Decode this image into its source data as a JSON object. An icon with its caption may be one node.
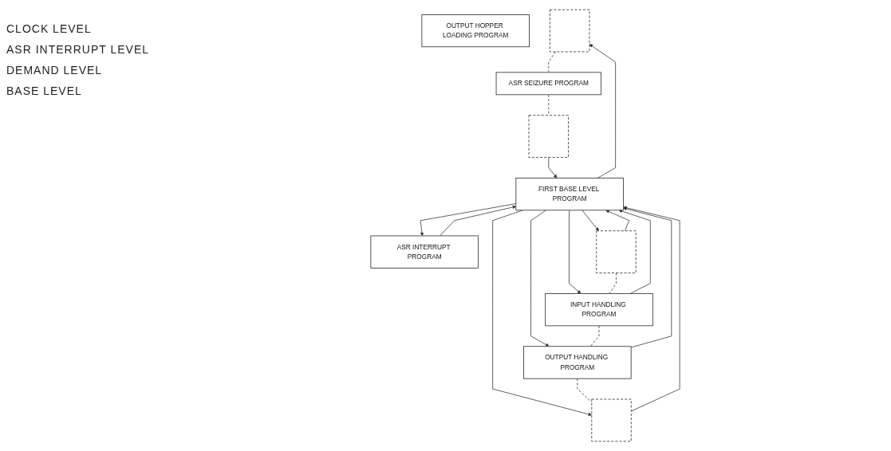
{
  "diagram": {
    "nodes": [
      {
        "text": [
          "OUTPUT HOPPER LOADING PROGRAM"
        ]
      },
      {
        "text": [],
        "shape": "box"
      },
      {
        "text": [
          "ASR SEIZURE PROGRAM"
        ]
      },
      {
        "text": [],
        "shape": "box"
      },
      {
        "text": [
          "ASR INTERRUPT PROGRAM"
        ]
      },
      {
        "text": [],
        "shape": "box"
      },
      {
        "text": [
          "INPUT HANDLING PROGRAM"
        ]
      },
      {
        "text": [
          "OUTPUT HANDLING PROGRAM"
        ]
      },
      {
        "text": [],
        "shape": "box"
      },
      {
        "text": [
          "FIRST BASE LEVEL PROGRAM"
        ]
      }
    ],
    "edges": [
      {
        "from": 9,
        "to": 1,
        "arrow": "to"
      },
      {
        "from": 1,
        "to": 2,
        "arrow": "none",
        "style": "dashed"
      },
      {
        "from": 2,
        "to": 3,
        "arrow": "none",
        "style": "dashed"
      },
      {
        "from": 3,
        "to": 9,
        "arrow": "to"
      },
      {
        "from": 9,
        "to": 4,
        "arrow": "to"
      },
      {
        "from": 4,
        "to": 9,
        "arrow": "to"
      },
      {
        "from": 9,
        "to": 5,
        "arrow": "to"
      },
      {
        "from": 9,
        "to": 6,
        "arrow": "to"
      },
      {
        "from": 9,
        "to": 7,
        "arrow": "to"
      },
      {
        "from": 9,
        "to": 8,
        "arrow": "to"
      },
      {
        "from": 5,
        "to": 6,
        "arrow": "none",
        "style": "dashed"
      },
      {
        "from": 6,
        "to": 7,
        "arrow": "none",
        "style": "dashed"
      },
      {
        "from": 7,
        "to": 8,
        "arrow": "none",
        "style": "dashed"
      },
      {
        "from": 5,
        "to": 9,
        "arrow": "to"
      },
      {
        "from": 6,
        "to": 9,
        "arrow": "to"
      },
      {
        "from": 7,
        "to": 9,
        "arrow": "to"
      },
      {
        "from": 8,
        "to": 9,
        "arrow": "to"
      }
    ],
    "labels": [
      "CLOCK LEVEL",
      "ASR INTERRUPT LEVEL",
      "DEMAND LEVEL",
      "BASE LEVEL"
    ]
  }
}
